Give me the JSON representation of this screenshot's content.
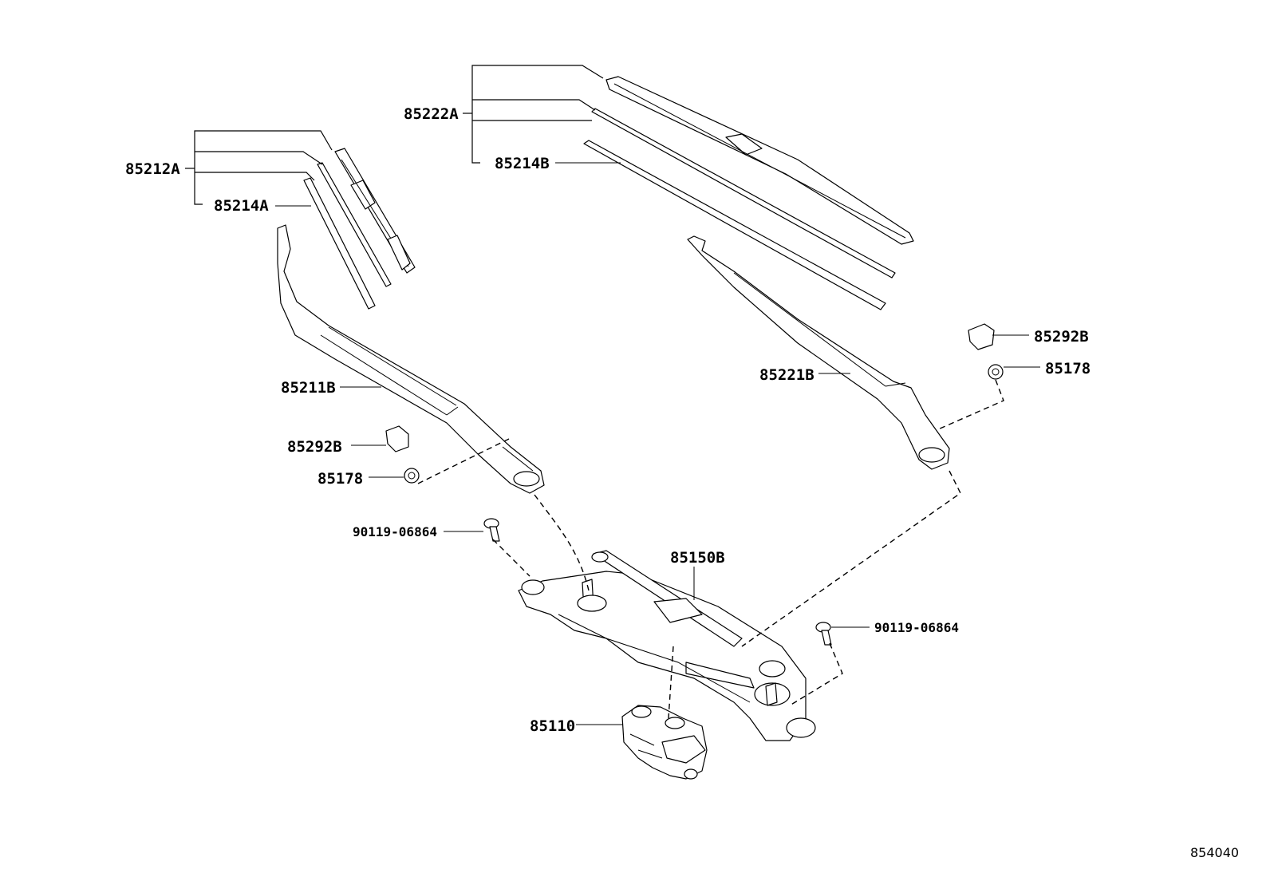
{
  "labels": {
    "p85212A": "85212A",
    "p85214A": "85214A",
    "p85222A": "85222A",
    "p85214B": "85214B",
    "p85211B": "85211B",
    "p85221B": "85221B",
    "p85292B_left": "85292B",
    "p85178_left": "85178",
    "p85292B_right": "85292B",
    "p85178_right": "85178",
    "p90119_left": "90119-06864",
    "p90119_right": "90119-06864",
    "p85150B": "85150B",
    "p85110": "85110"
  },
  "diagram_id": "854040"
}
